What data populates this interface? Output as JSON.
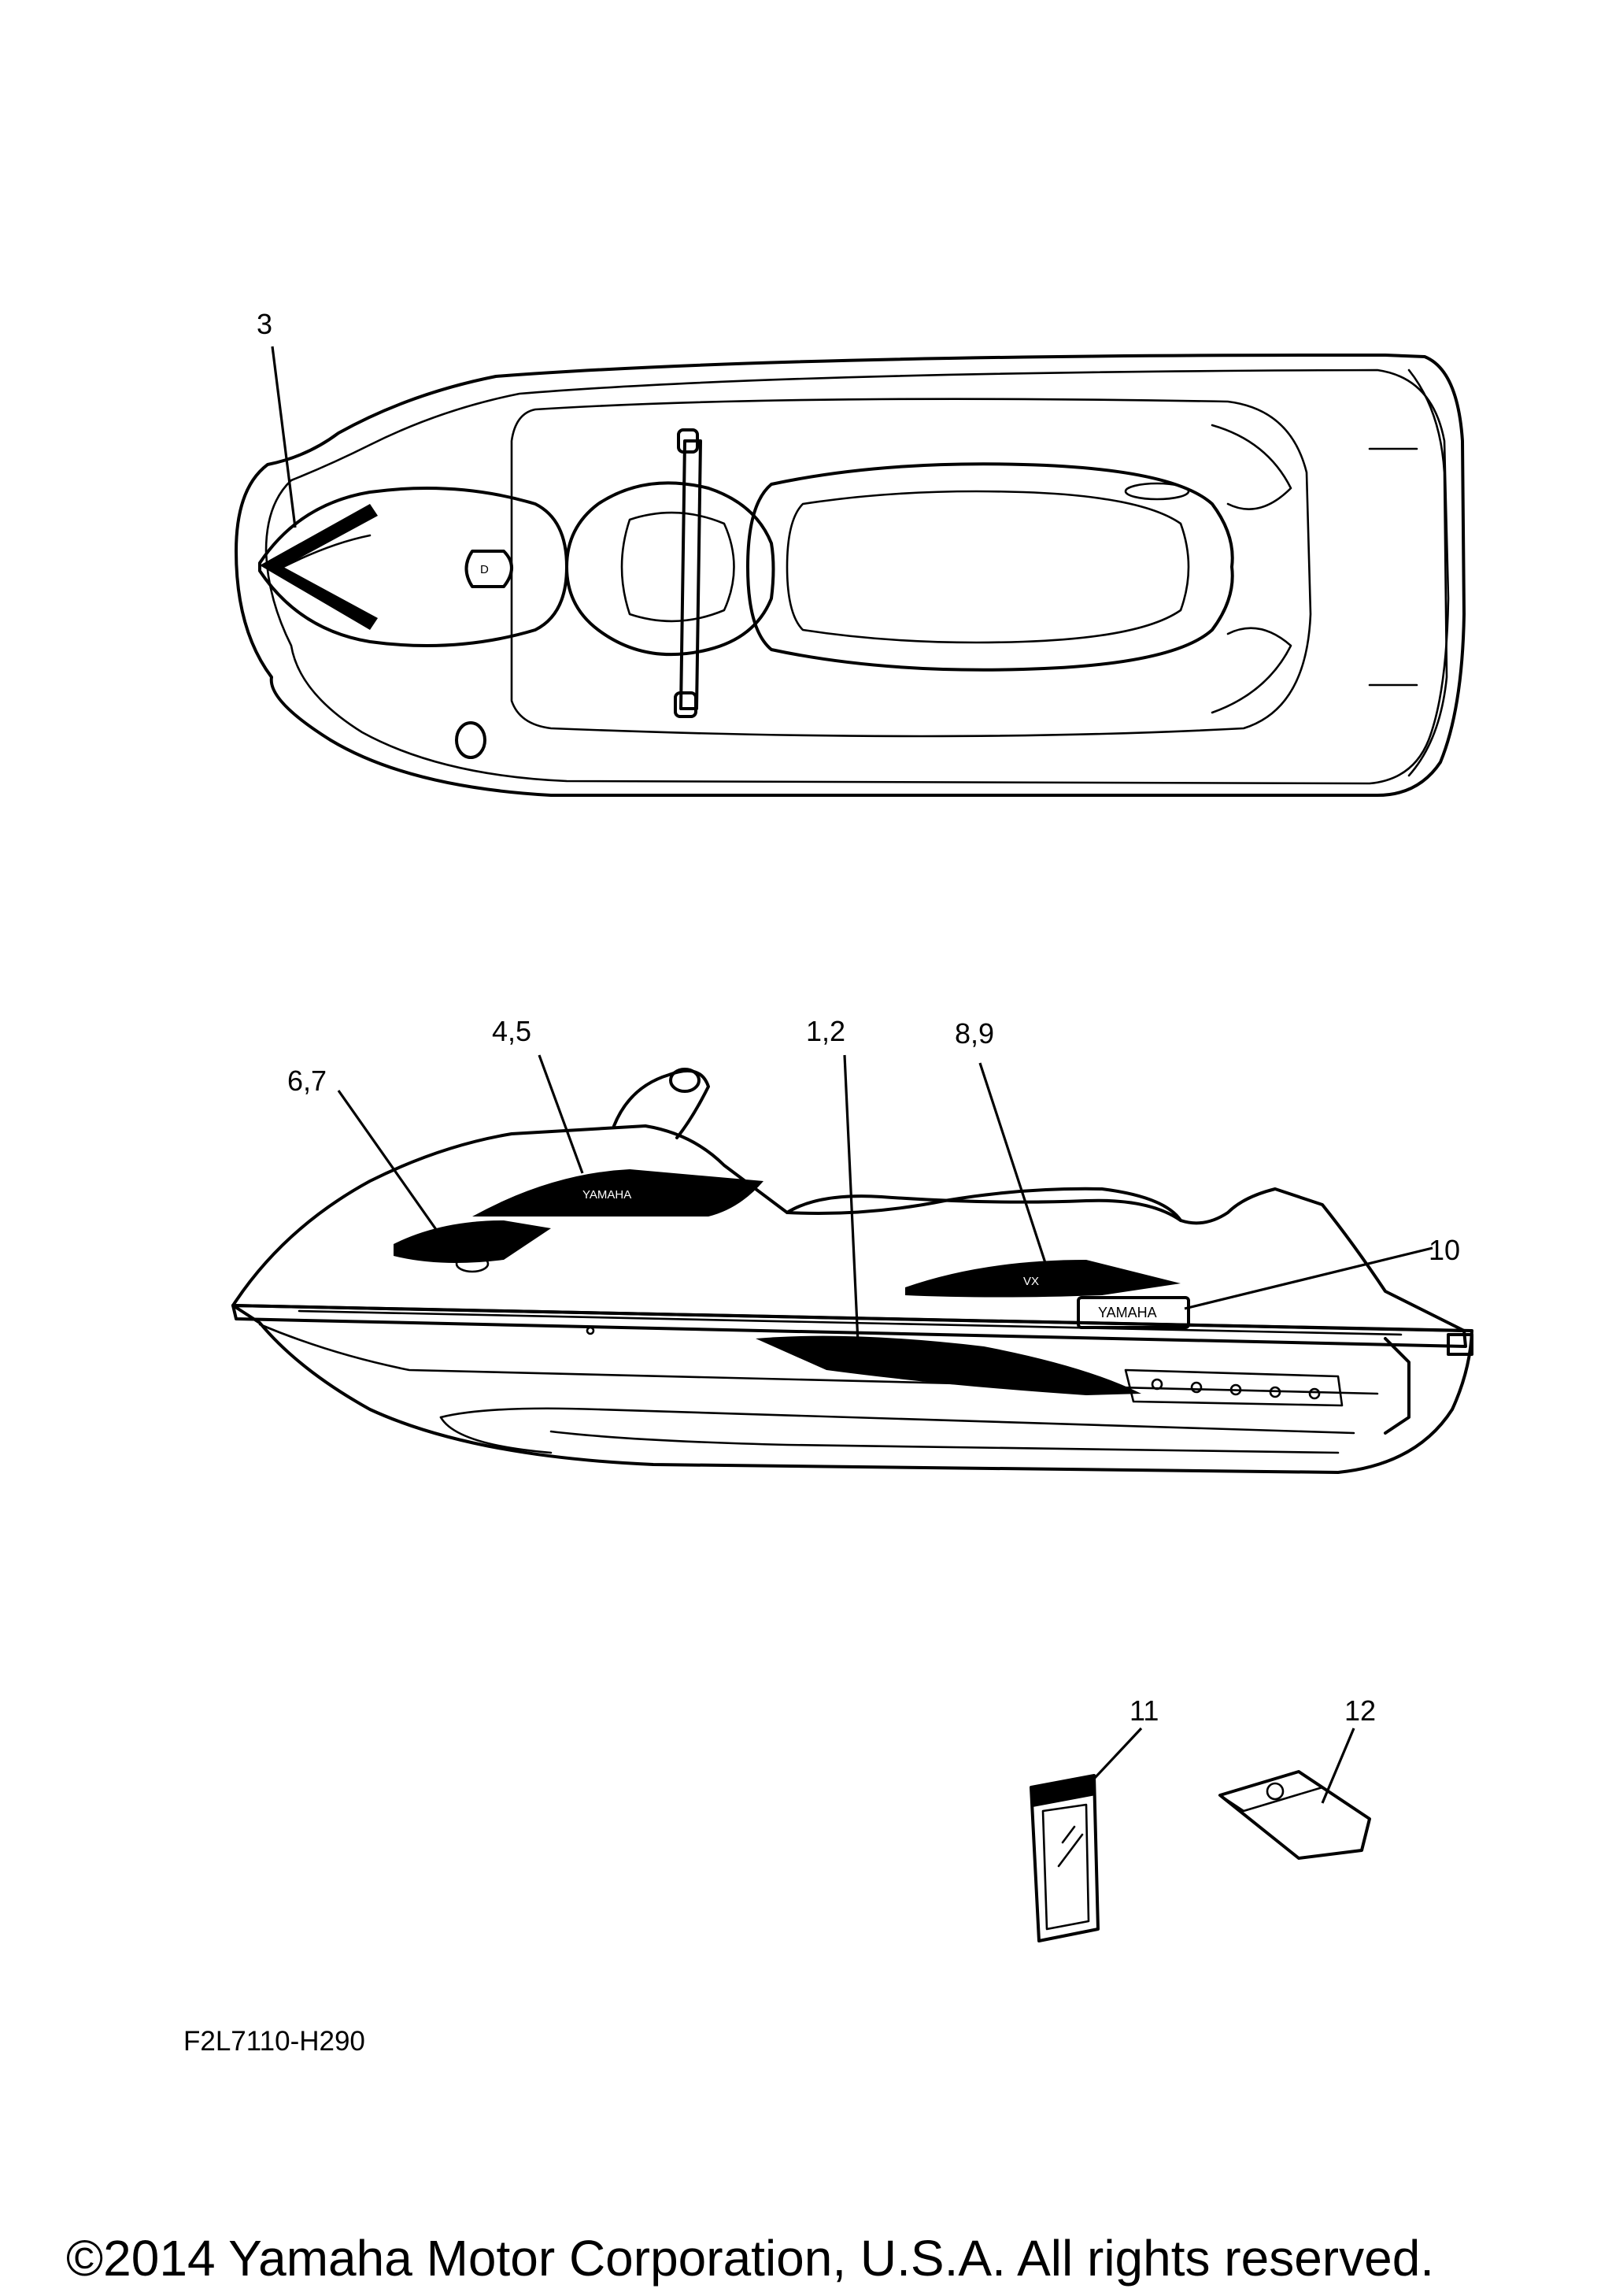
{
  "callouts": {
    "c3": "3",
    "c45": "4,5",
    "c12": "1,2",
    "c89": "8,9",
    "c67": "6,7",
    "c10": "10",
    "c11": "11",
    "c12b": "12"
  },
  "decal_text": {
    "yamaha": "YAMAHA",
    "vx": "VX"
  },
  "diagram_code": "F2L7110-H290",
  "copyright": "©2014 Yamaha Motor Corporation, U.S.A. All rights reserved."
}
